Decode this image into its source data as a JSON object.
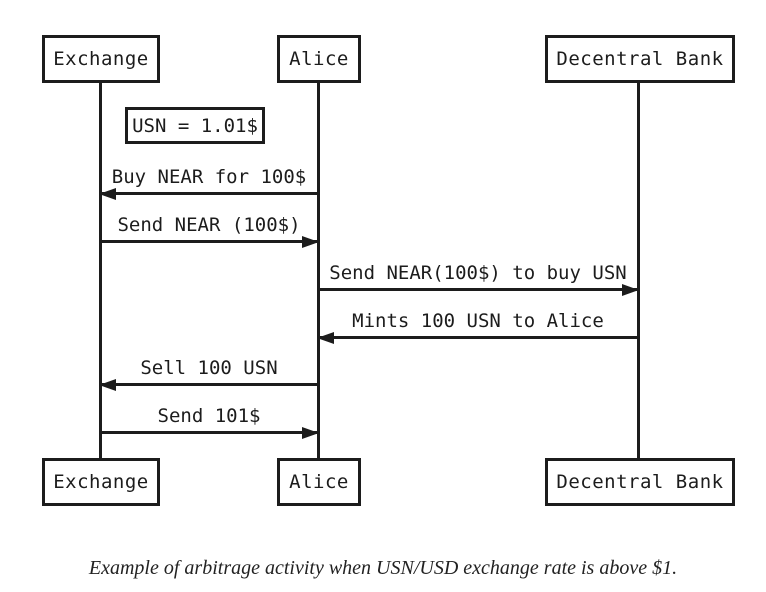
{
  "diagram": {
    "type": "sequence-diagram",
    "actors": [
      {
        "id": "exchange",
        "name": "Exchange"
      },
      {
        "id": "alice",
        "name": "Alice"
      },
      {
        "id": "decentral-bank",
        "name": "Decentral Bank"
      }
    ],
    "note": {
      "text": "USN = 1.01$",
      "position": "below Exchange, left of Alice lifeline"
    },
    "messages": [
      {
        "text": "Buy NEAR for 100$",
        "from": "Alice",
        "to": "Exchange",
        "direction": "left"
      },
      {
        "text": "Send NEAR (100$)",
        "from": "Exchange",
        "to": "Alice",
        "direction": "right"
      },
      {
        "text": "Send NEAR(100$) to buy USN",
        "from": "Alice",
        "to": "Decentral Bank",
        "direction": "right"
      },
      {
        "text": "Mints 100 USN to Alice",
        "from": "Decentral Bank",
        "to": "Alice",
        "direction": "left"
      },
      {
        "text": "Sell 100 USN",
        "from": "Alice",
        "to": "Exchange",
        "direction": "left"
      },
      {
        "text": "Send 101$",
        "from": "Exchange",
        "to": "Alice",
        "direction": "right"
      }
    ]
  },
  "caption": {
    "text": "Example of arbitrage activity when USN/USD exchange rate is above $1."
  },
  "colors": {
    "line": "#1c1c1c",
    "text": "#1c1c1c",
    "background": "#ffffff"
  }
}
